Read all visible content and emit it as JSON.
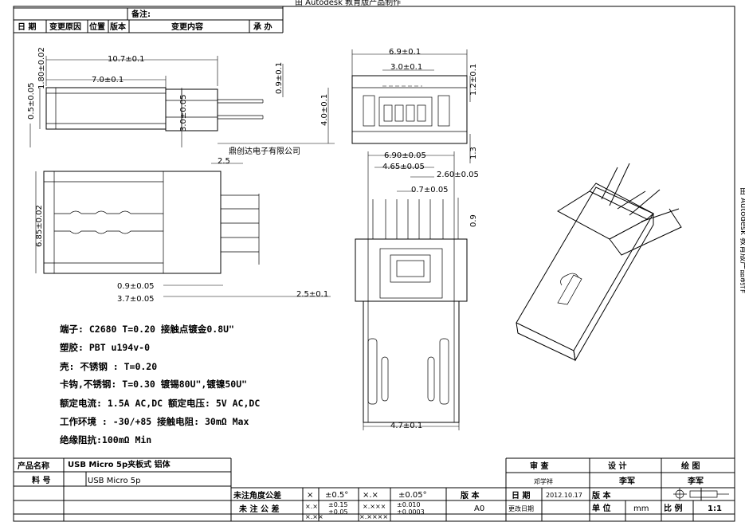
{
  "header_banner": "由 Autodesk 教育版产品制作",
  "side_banner": "由 Autodesk 教育版产品制作",
  "revision_table": {
    "remark_label": "备注:",
    "columns": [
      "日 期",
      "变更原因",
      "位置",
      "版本",
      "变更内容",
      "承 办"
    ]
  },
  "company_name": "鼎创达电子有限公司",
  "dimensions": {
    "side_view": [
      "10.7±0.1",
      "7.0±0.1",
      "1.80±0.02",
      "0.5±0.05",
      "0.9±0.1",
      "3.0±0.05",
      "4.0±0.1"
    ],
    "top_view": [
      "2.5",
      "6.85±0.02",
      "0.9±0.05",
      "3.7±0.05",
      "2.5±0.1"
    ],
    "front_view": [
      "6.9±0.1",
      "3.0±0.1",
      "1.2±0.1",
      "1.3"
    ],
    "bottom_view": [
      "6.90±0.05",
      "4.65±0.05",
      "2.60±0.05",
      "0.7±0.05",
      "0.9",
      "4.7±0.1"
    ]
  },
  "spec_notes": [
    "端子: C2680 T=0.20 接触点镀金0.8U\"",
    "塑胶: PBT u194v-0",
    "壳: 不锈钢 : T=0.20",
    "卡钩,不锈钢:  T=0.30 镀锡80U\",镀镍50U\"",
    "额定电流: 1.5A AC,DC 额定电压: 5V AC,DC",
    "工作环境 : -30/+85 接触电阻: 30mΩ Max",
    "绝缘阻抗:100mΩ Min"
  ],
  "title_block": {
    "product_name_label": "产品名称",
    "product_name": "USB Micro 5p夹板式 铝体",
    "part_no_label": "料 号",
    "part_no": "USB Micro 5p",
    "untol_angle_label": "未注角度公差",
    "untol_label": "未 注 公 差",
    "tol_x": "×",
    "tol_angle": "±0.5°",
    "tol_xx": "×.×",
    "tol_angle2": "±0.05°",
    "tol_1": "×.×",
    "tol_1_val": "±0.15",
    "tol_2": "×.××",
    "tol_2_val": "±0.05",
    "tol_3": "×.×××",
    "tol_3_val": "±0.010",
    "tol_4": "×.××××",
    "tol_4_val": "±0.0003",
    "version_label": "版 本",
    "version": "A0",
    "review_label": "审 查",
    "design_label": "设 计",
    "drawing_label": "绘 图",
    "reviewer": "邓学祥",
    "designer": "李军",
    "drafter": "李军",
    "date_label": "日 期",
    "date": "2012.10.17",
    "version_label2": "版 本",
    "change_date_label": "更改日期",
    "unit_label": "单 位",
    "unit": "mm",
    "scale_label": "比 例",
    "scale": "1:1"
  }
}
